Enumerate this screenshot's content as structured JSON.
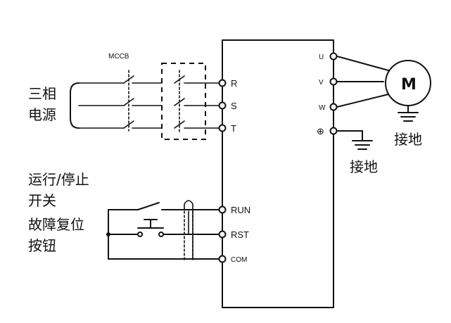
{
  "mccb_label": "MCCB",
  "power_label_line1": "三相",
  "power_label_line2": "电源",
  "run_stop_label_line1": "运行/停止",
  "run_stop_label_line2": "开关",
  "reset_label_line1": "故障复位",
  "reset_label_line2": "按钮",
  "terminals": {
    "r": "R",
    "s": "S",
    "t": "T",
    "run": "RUN",
    "rst": "RST",
    "com": "COM",
    "u": "U",
    "v": "V",
    "w": "W"
  },
  "ground_symbol": "⊕",
  "motor_label": "M",
  "ground_label_drive": "接地",
  "ground_label_motor": "接地"
}
